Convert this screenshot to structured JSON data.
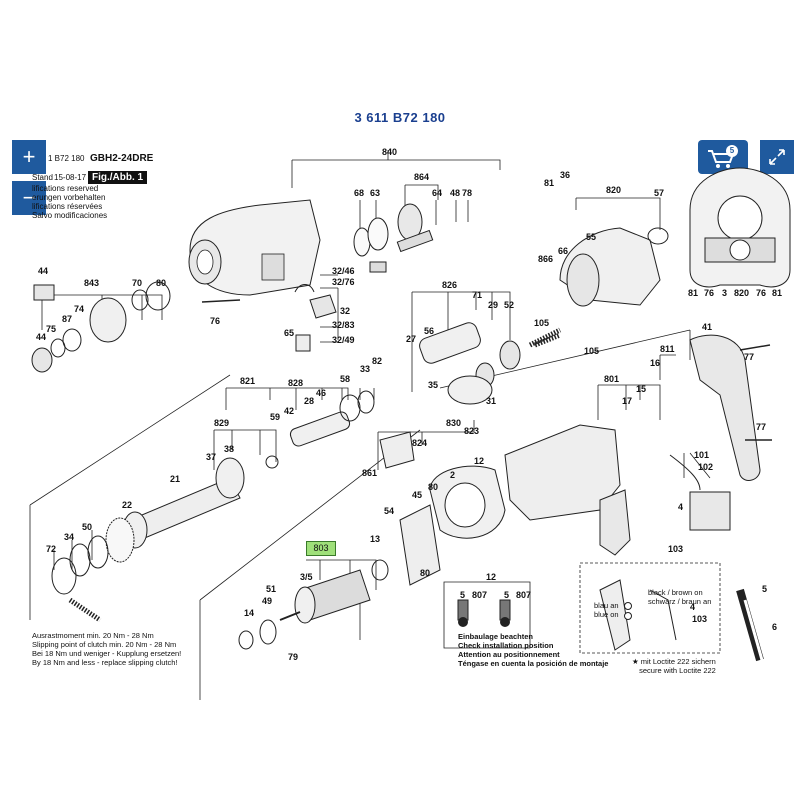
{
  "doc_number": "3 611 B72 180",
  "header": {
    "part_no": "1 B72 180",
    "model": "GBH2-24DRE",
    "stand_label": "Stand",
    "date": "15-08-17",
    "fig_label": "Fig./Abb. 1",
    "notice_lines": [
      "lifications reserved",
      "erungen vorbehalten",
      "lifications réservées",
      "Salvo modificaciones"
    ]
  },
  "controls": {
    "zoom_in": "+",
    "zoom_out": "−",
    "cart_count": "5",
    "expand_icon": "expand-icon"
  },
  "callouts": {
    "c840": "840",
    "c68": "68",
    "c63": "63",
    "c864": "864",
    "c64": "64",
    "c48": "48",
    "c78": "78",
    "c81a": "81",
    "c36": "36",
    "c820": "820",
    "c57": "57",
    "c66": "66",
    "c55": "55",
    "c866": "866",
    "c44": "44",
    "c843": "843",
    "c70": "70",
    "c80a": "80",
    "c74": "74",
    "c87": "87",
    "c75": "75",
    "c44b": "44",
    "c32_46": "32/46",
    "c32_76": "32/76",
    "c32": "32",
    "c65": "65",
    "c32_83": "32/83",
    "c32_49": "32/49",
    "c76a": "76",
    "c826": "826",
    "c71": "71",
    "c29": "29",
    "c56": "56",
    "c27": "27",
    "c105a": "105",
    "c105b": "105",
    "c52": "52",
    "c41": "41",
    "c77a": "77",
    "c811": "811",
    "c16": "16",
    "c801": "801",
    "c17": "17",
    "c15": "15",
    "c821": "821",
    "c828": "828",
    "c46": "46",
    "c58": "58",
    "c33": "33",
    "c82": "82",
    "c35": "35",
    "c31": "31",
    "c59": "59",
    "c42": "42",
    "c28": "28",
    "c830": "830",
    "c824": "824",
    "c823": "823",
    "c829": "829",
    "c38": "38",
    "c37": "37",
    "c861": "861",
    "c21": "21",
    "c12a": "12",
    "c2": "2",
    "c22": "22",
    "c45": "45",
    "c80b": "80",
    "c101": "101",
    "c102": "102",
    "c4": "4",
    "c103a": "103",
    "c77b": "77",
    "c54": "54",
    "c50": "50",
    "c34": "34",
    "c72": "72",
    "c13": "13",
    "c3_5": "3/5",
    "c80c": "80",
    "c12b": "12",
    "c14": "14",
    "c49": "49",
    "c79": "79",
    "c51": "51",
    "c5": "5",
    "c6": "6",
    "c4b": "4",
    "c103b": "103",
    "c81b": "81",
    "c76b": "76",
    "c3": "3",
    "c820b": "820",
    "c76c": "76",
    "c81c": "81",
    "c807a": "807",
    "c807b": "807",
    "c5a": "5",
    "c5b": "5"
  },
  "part_803": "803",
  "clutch_note": [
    "Ausrastmoment min. 20 Nm - 28 Nm",
    "Slipping point of clutch min. 20 Nm - 28 Nm",
    "Bei 18 Nm und weniger - Kupplung ersetzen!",
    "By 18 Nm and less - replace slipping clutch!"
  ],
  "install_note": [
    "Einbaulage beachten",
    "Check installation position",
    "Attention au positionnement",
    "Téngase en cuenta la posición de montaje"
  ],
  "wire_labels": {
    "blau_an": "blau an",
    "blue_on": "blue on",
    "black_brown": "black / brown on",
    "schwarz_braun": "schwarz / braun an"
  },
  "loctite_note": [
    "★ mit Loctite 222 sichern",
    "secure with Loctite 222"
  ],
  "colors": {
    "accent": "#1f5a9e",
    "title": "#1a3f8f",
    "highlight": "#9fe07a"
  }
}
